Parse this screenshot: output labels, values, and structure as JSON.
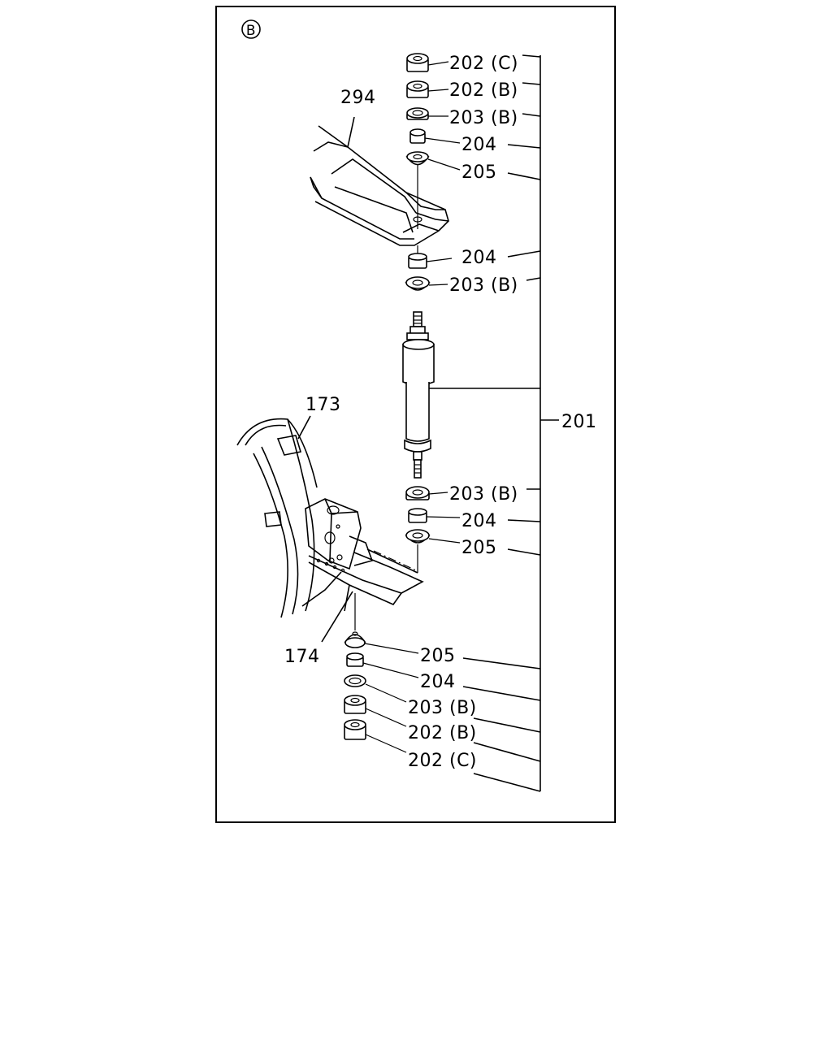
{
  "section_marker": "B",
  "callouts": {
    "c202c_top": "202 (C)",
    "c202b_top": "202 (B)",
    "c203b_top": "203 (B)",
    "c204_top": "204",
    "c205_top": "205",
    "c294": "294",
    "c204_mid": "204",
    "c203b_mid": "203 (B)",
    "c173": "173",
    "c201": "201",
    "c203b_low": "203 (B)",
    "c204_low": "204",
    "c205_low": "205",
    "c174": "174",
    "c205_bot": "205",
    "c204_bot": "204",
    "c203b_bot": "203 (B)",
    "c202b_bot": "202 (B)",
    "c202c_bot": "202 (C)"
  }
}
